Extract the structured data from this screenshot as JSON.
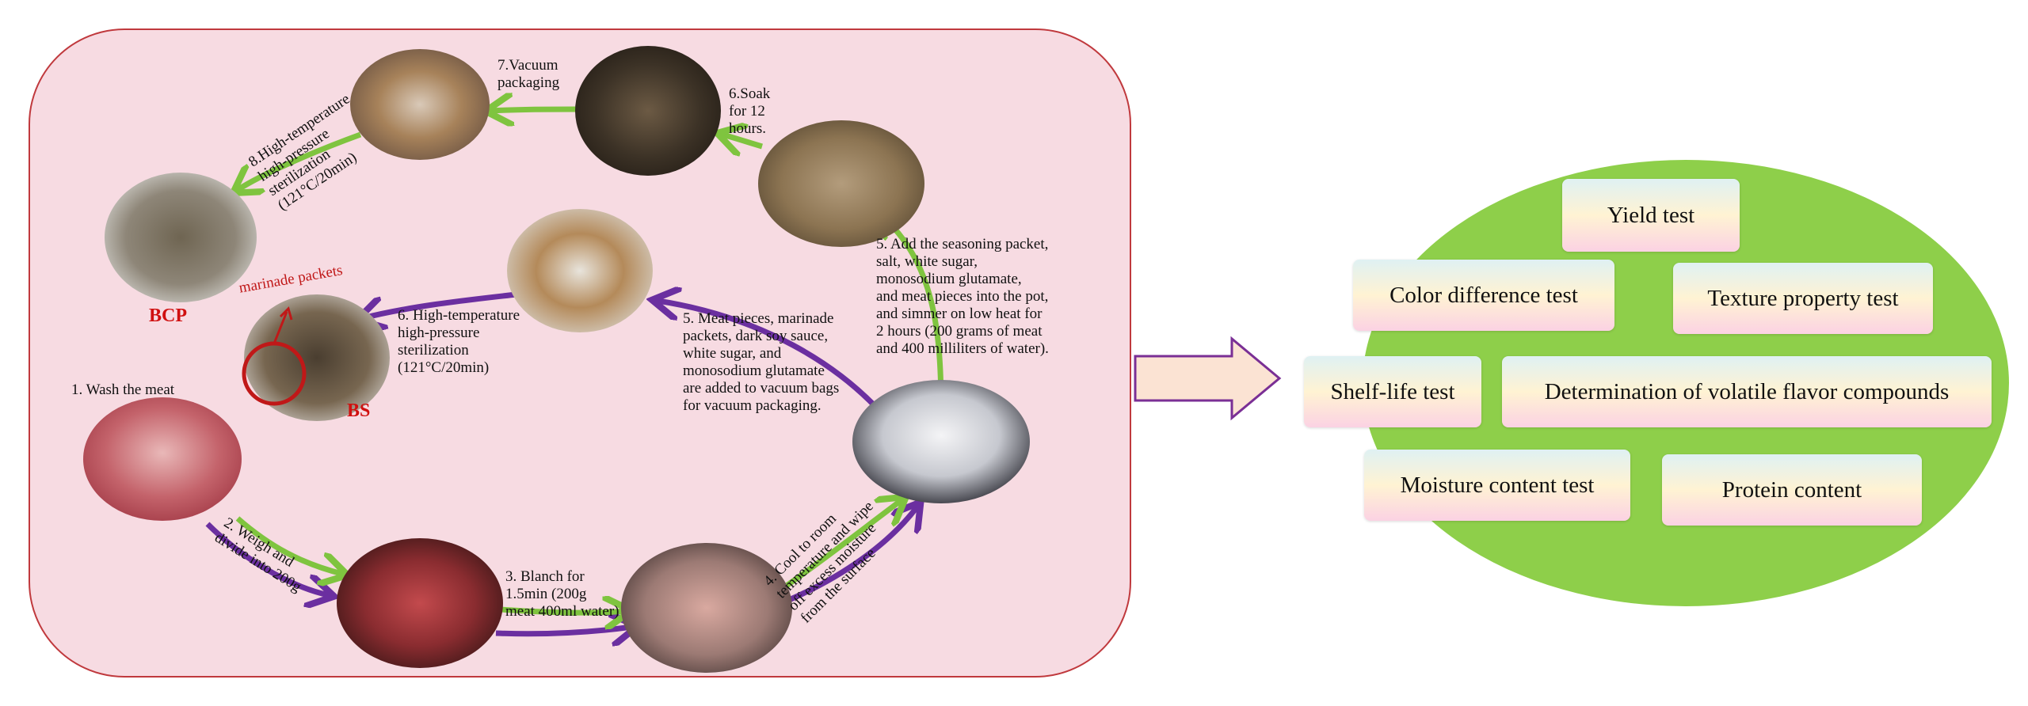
{
  "colors": {
    "panel_fill": "#f7dbe2",
    "panel_border": "#c0393d",
    "green_arrow": "#7fc43f",
    "purple_arrow": "#6b2fa0",
    "ellipse_fill": "#8ecf4a",
    "block_arrow_fill": "#fbe3d3",
    "block_arrow_border": "#7a2f95",
    "red_label": "#d01010"
  },
  "steps": {
    "s1": "1. Wash the meat",
    "s2": "2. Weigh and\ndivide into 200g",
    "s3": "3. Blanch for\n1.5min (200g\nmeat 400ml water)",
    "s4": "4. Cool to room\ntemperature and wipe\noff excess moisture\nfrom the surface",
    "s5a": "5. Add the seasoning packet,\nsalt, white sugar,\nmonosodium glutamate,\nand meat pieces into the pot,\nand simmer on low heat for\n2 hours (200 grams of meat\nand 400 milliliters of water).",
    "s5b": "5. Meat pieces, marinade\npackets, dark soy sauce,\nwhite sugar, and\nmonosodium glutamate\nare added to vacuum bags\nfor vacuum packaging.",
    "s6a": "6.Soak\nfor 12\nhours.",
    "s6b": "6. High-temperature\nhigh-pressure\nsterilization\n(121°C/20min)",
    "s7": "7.Vacuum\npackaging",
    "s8": "8.High-temperature\nhigh-pressure\nsterilization\n(121°C/20min)"
  },
  "product_labels": {
    "bcp": "BCP",
    "bs": "BS",
    "marinade": "marinade packets"
  },
  "tests": {
    "yield": "Yield test",
    "color": "Color difference test",
    "texture": "Texture property test",
    "shelf": "Shelf-life test",
    "volatile": "Determination of volatile flavor compounds",
    "moisture": "Moisture content test",
    "protein": "Protein content"
  }
}
